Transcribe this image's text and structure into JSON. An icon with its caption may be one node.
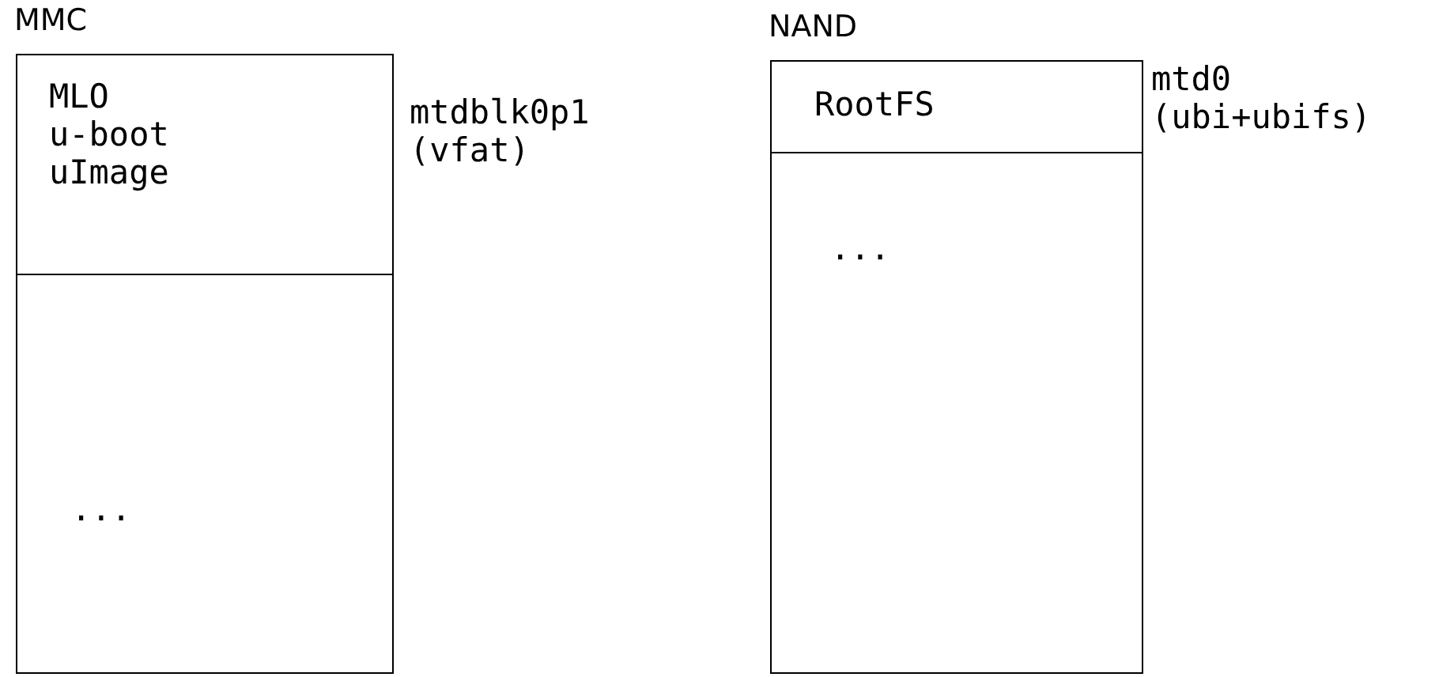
{
  "diagram": {
    "nodes": [
      {
        "text": [
          "MMC"
        ]
      },
      {
        "text": [
          "MLO",
          "u-boot",
          "uImage"
        ],
        "in": 0,
        "beside": [
          "mtdblk0p1 (vfat)"
        ]
      },
      {
        "text": [
          "..."
        ],
        "in": 0
      },
      {
        "text": [
          "NAND"
        ]
      },
      {
        "text": [
          "RootFS"
        ],
        "in": 3,
        "beside": [
          "mtd0 (ubi+ubifs)"
        ]
      },
      {
        "text": [
          "..."
        ],
        "in": 3
      }
    ],
    "edges": []
  }
}
